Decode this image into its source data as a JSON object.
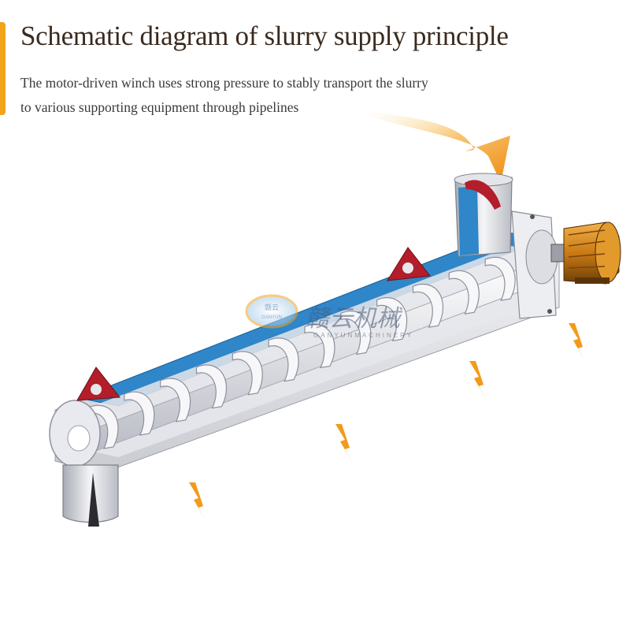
{
  "heading": {
    "title": "Schematic diagram of slurry supply principle",
    "description_line1": "The motor-driven winch uses strong pressure to stably transport the slurry",
    "description_line2": "to various supporting equipment through pipelines"
  },
  "watermark": {
    "brand_cn": "赣云机械",
    "brand_en": "GANYUNMACHINERY",
    "badge_cn": "赣云",
    "badge_en": "GANYUN"
  },
  "colors": {
    "accent": "#f2a41c",
    "title": "#3b2a1e",
    "trough_top": "#2f86c8",
    "bracket": "#b21e2a",
    "arrow": "#f39a1a",
    "motor": "#d9891e"
  },
  "icons": [
    "feed-arrow-icon",
    "zigzag-arrow-icon",
    "motor-icon",
    "bracket-icon"
  ]
}
